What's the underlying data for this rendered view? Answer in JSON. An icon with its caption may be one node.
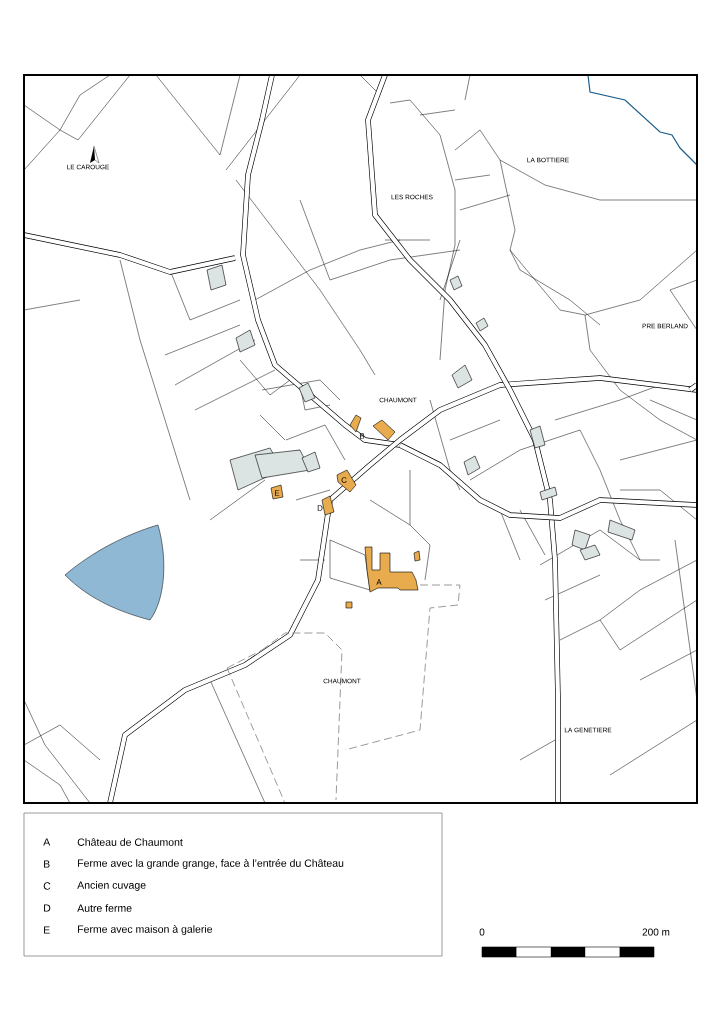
{
  "diagram": {
    "labels": [
      "LE CAROUGE",
      "LA BOTTIERE",
      "LES ROCHES",
      "PRE BERLAND",
      "CHAUMONT",
      "B",
      "C",
      "E",
      "D",
      "A",
      "CHAUMONT",
      "LA GENETIERE",
      "A",
      "Château de Chaumont",
      "B",
      "Ferme avec la grande grange, face à l’entrée du Château",
      "C",
      "Ancien cuvage",
      "D",
      "Autre ferme",
      "E",
      "Ferme avec maison à galerie",
      "0",
      "200 m"
    ]
  }
}
